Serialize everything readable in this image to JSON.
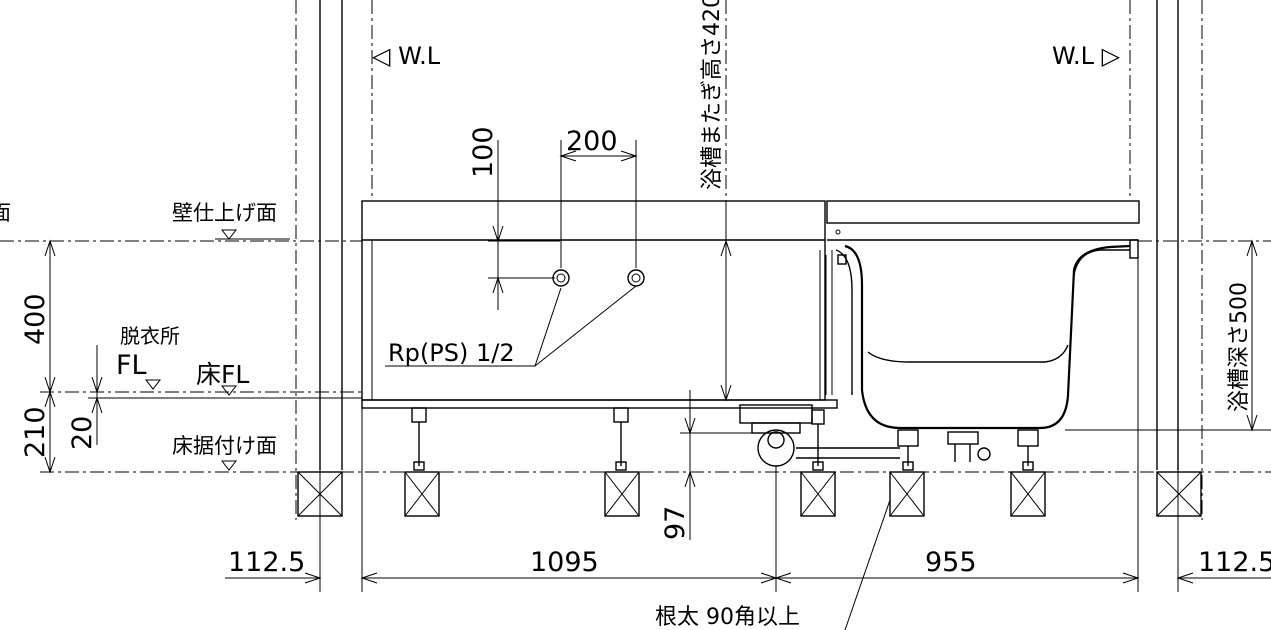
{
  "labels": {
    "wl_left": "◁ W.L",
    "wl_right": "W.L ▷",
    "men": "面",
    "wall_finish": "壁仕上げ面",
    "datsui": "脱衣所",
    "fl_big": "FL",
    "floor_fl": "床FL",
    "floor_install": "床据付け面",
    "rp": "Rp(PS) 1/2",
    "tub_height": "浴槽またぎ高さ420",
    "tub_depth": "浴槽深さ500",
    "joist": "根太  90角以上"
  },
  "dimensions": {
    "d100": "100",
    "d200": "200",
    "d400": "400",
    "d210": "210",
    "d20": "20",
    "d97": "97",
    "d1095": "1095",
    "d955": "955",
    "d112_left": "112.5",
    "d112_right": "112.5"
  }
}
